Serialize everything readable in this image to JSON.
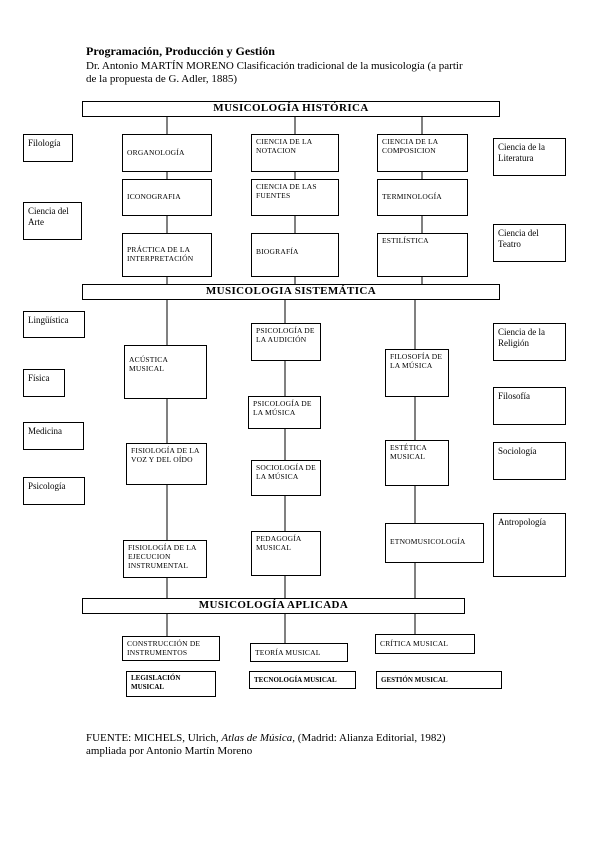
{
  "header": {
    "title": "Programación, Producción y Gestión",
    "subtitle_line1": "Dr. Antonio MARTÍN MORENO Clasificación tradicional de la musicología (a partir",
    "subtitle_line2": "de la propuesta de G. Adler, 1885)"
  },
  "bands": {
    "historica": "MUSICOLOGÍA HISTÓRICA",
    "sistematica": "MUSICOLOGIA SISTEMÁTICA",
    "aplicada": "MUSICOLOGÍA APLICADA"
  },
  "historica": {
    "col1": [
      "ORGANOLOGÍA",
      "ICONOGRAFIA",
      "PRÁCTICA DE LA INTERPRETACIÓN"
    ],
    "col2": [
      "CIENCIA DE LA NOTACION",
      "CIENCIA DE LAS FUENTES",
      "BIOGRAFÍA"
    ],
    "col3": [
      "CIENCIA DE LA COMPOSICION",
      "TERMINOLOGÍA",
      "ESTILÍSTICA"
    ]
  },
  "sistematica": {
    "col1": [
      "ACÚSTICA MUSICAL",
      "FISIOLOGÍA DE LA VOZ Y DEL OÍDO",
      "FISIOLOGÍA DE LA EJECUCION INSTRUMENTAL"
    ],
    "col2": [
      "PSICOLOGÍA DE LA AUDICIÓN",
      "PSICOLOGÍA DE LA MÚSICA",
      "SOCIOLOGÍA DE LA MÚSICA",
      "PEDAGOGÍA MUSICAL"
    ],
    "col3": [
      "FILOSOFÍA DE LA MÚSICA",
      "ESTÉTICA MUSICAL",
      "ETNOMUSICOLOGÍA"
    ]
  },
  "aplicada": {
    "row1": [
      "CONSTRUCCIÓN DE INSTRUMENTOS",
      "TEORÍA MUSICAL",
      "CRÍTICA MUSICAL"
    ],
    "row2": [
      "LEGISLACIÓN MUSICAL",
      "TECNOLOGÍA MUSICAL",
      "GESTIÓN MUSICAL"
    ]
  },
  "left_disciplines": [
    "Filología",
    "Ciencia del Arte",
    "Lingüística",
    "Física",
    "Medicina",
    "Psicología"
  ],
  "right_disciplines": [
    "Ciencia de la Literatura",
    "Ciencia del Teatro",
    "Ciencia de la Religión",
    "Filosofía",
    "Sociología",
    "Antropología"
  ],
  "source": {
    "prefix": "FUENTE: MICHELS, Ulrich,",
    "book": "Atlas de Música,",
    "suffix": " (Madrid: Alianza Editorial, 1982)",
    "line2": "ampliada por Antonio Martín Moreno"
  }
}
